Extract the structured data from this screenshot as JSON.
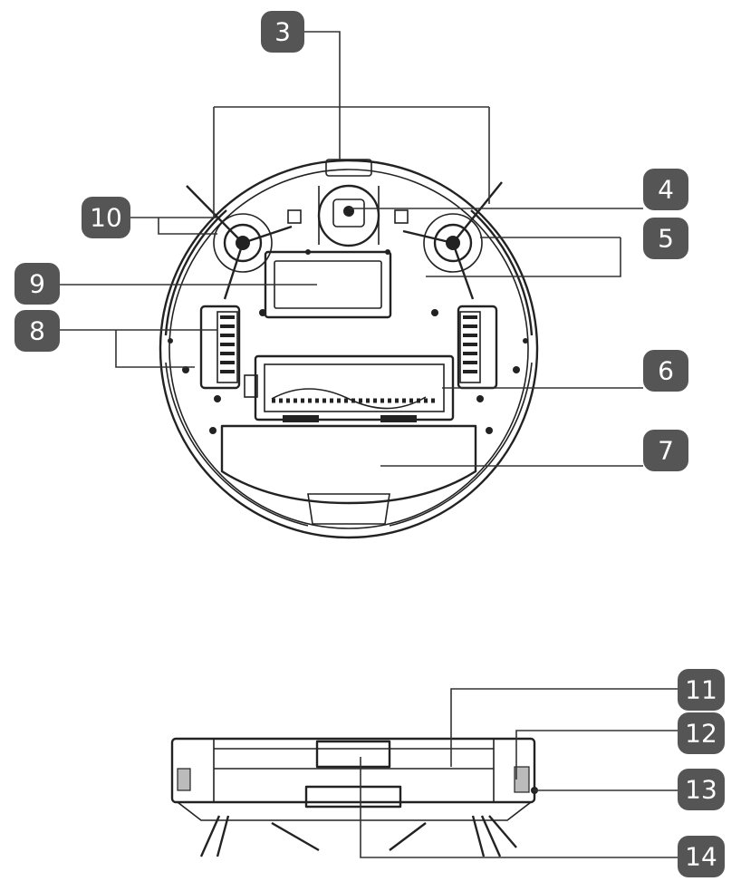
{
  "callouts": [
    {
      "id": "3",
      "label": "3"
    },
    {
      "id": "4",
      "label": "4"
    },
    {
      "id": "5",
      "label": "5"
    },
    {
      "id": "6",
      "label": "6"
    },
    {
      "id": "7",
      "label": "7"
    },
    {
      "id": "8",
      "label": "8"
    },
    {
      "id": "9",
      "label": "9"
    },
    {
      "id": "10",
      "label": "10"
    },
    {
      "id": "11",
      "label": "11"
    },
    {
      "id": "12",
      "label": "12"
    },
    {
      "id": "13",
      "label": "13"
    },
    {
      "id": "14",
      "label": "14"
    }
  ],
  "colors": {
    "badge": "#555555",
    "line": "#222222",
    "background": "#ffffff"
  }
}
